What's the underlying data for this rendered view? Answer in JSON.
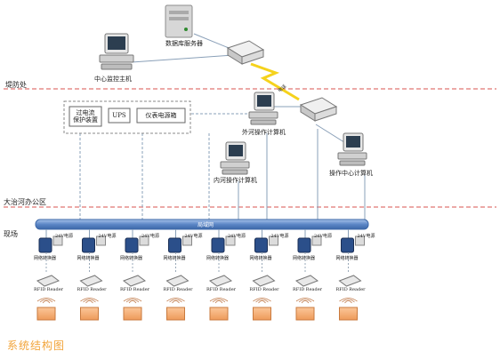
{
  "zones": {
    "dyke": "堤防处",
    "office": "大治河办公区",
    "site": "现场"
  },
  "nodes": {
    "database_server": "数据库服务器",
    "control_host": "中心监控主机",
    "sluice_computer": "外河操作计算机",
    "inner_computer": "内河操作计算机",
    "center_computer": "操作中心计算机"
  },
  "cabinet": {
    "protector": "过电流\n保护装置",
    "ups": "UPS",
    "meter_box": "仪表电源箱"
  },
  "link": {
    "wireless": "电话"
  },
  "network": {
    "lan": "局域网"
  },
  "field": {
    "converter": "网络转换器",
    "power": "24V电源",
    "reader": "RFID Reader",
    "count": 8
  },
  "caption": "系统结构图",
  "colors": {
    "dash_red": "#d9534f",
    "lan_blue": "#5b86c6",
    "bolt": "#f5d21c",
    "tag": "#f2a86a",
    "caption": "#f2a43a"
  }
}
